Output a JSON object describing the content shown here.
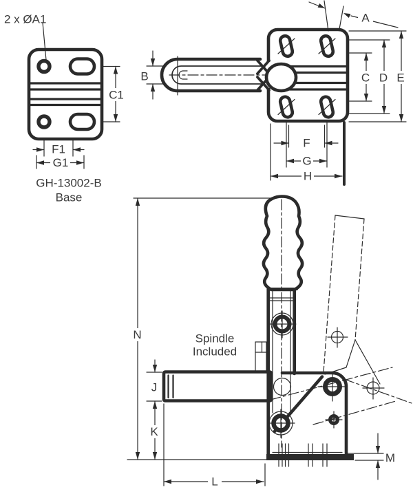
{
  "colors": {
    "line": "#2b2b2b",
    "text": "#3a3a3a",
    "background": "#ffffff"
  },
  "base_view": {
    "callout": "2 x ØA1",
    "title": "GH-13002-B",
    "subtitle": "Base",
    "dims": {
      "c1": "C1",
      "f1": "F1",
      "g1": "G1"
    }
  },
  "top_view": {
    "dims": {
      "a": "A",
      "b": "B",
      "c": "C",
      "d": "D",
      "e": "E",
      "f": "F",
      "g": "G",
      "h": "H"
    }
  },
  "side_view": {
    "note_line1": "Spindle",
    "note_line2": "Included",
    "dims": {
      "j": "J",
      "k": "K",
      "l": "L",
      "m": "M",
      "n": "N"
    }
  }
}
